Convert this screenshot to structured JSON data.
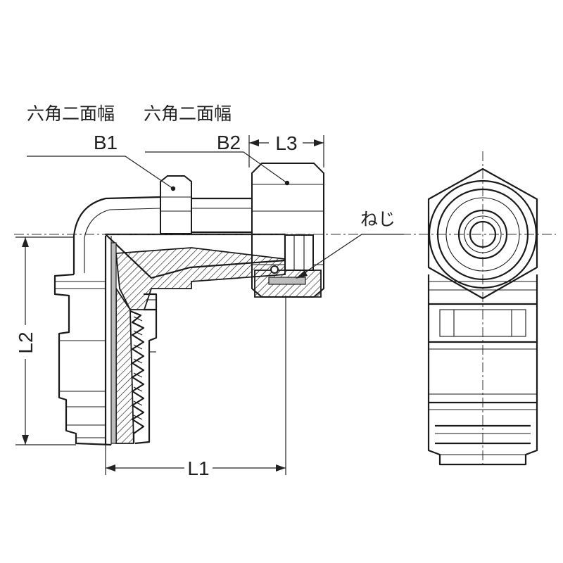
{
  "labels": {
    "hex_b1_caption": "六角二面幅",
    "hex_b1": "B1",
    "hex_b2_caption": "六角二面幅",
    "hex_b2": "B2",
    "thread": "ねじ"
  },
  "dimensions": {
    "l1": "L1",
    "l2": "L2",
    "l3": "L3"
  }
}
